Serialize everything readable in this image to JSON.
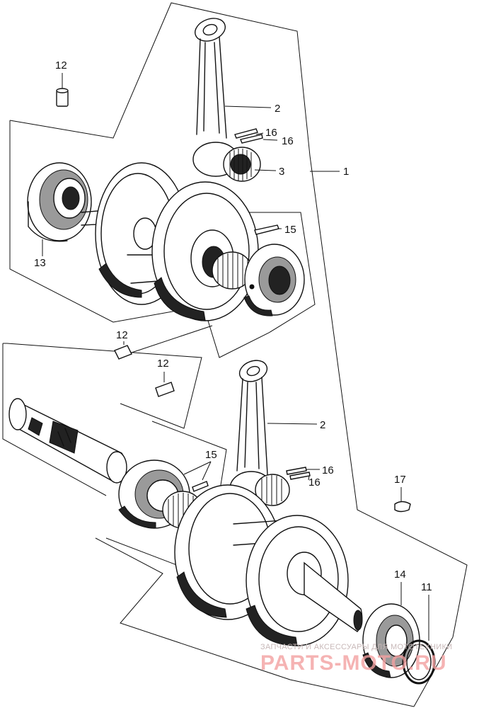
{
  "callouts": {
    "c1": "1",
    "c2a": "2",
    "c2b": "2",
    "c3": "3",
    "c11": "11",
    "c12a": "12",
    "c12b": "12",
    "c12c": "12",
    "c13": "13",
    "c14": "14",
    "c15a": "15",
    "c15b": "15",
    "c16a": "16",
    "c16b": "16",
    "c16c": "16",
    "c16d": "16",
    "c17": "17"
  },
  "watermark": {
    "line1": "ЗАПЧАСТИ И АКСЕССУАРЫ ДЛЯ МОТОТЕХНИКИ",
    "brand": "PARTS-MOTO.RU"
  },
  "colors": {
    "ink": "#111111",
    "watermark": "#f2a0a0"
  }
}
